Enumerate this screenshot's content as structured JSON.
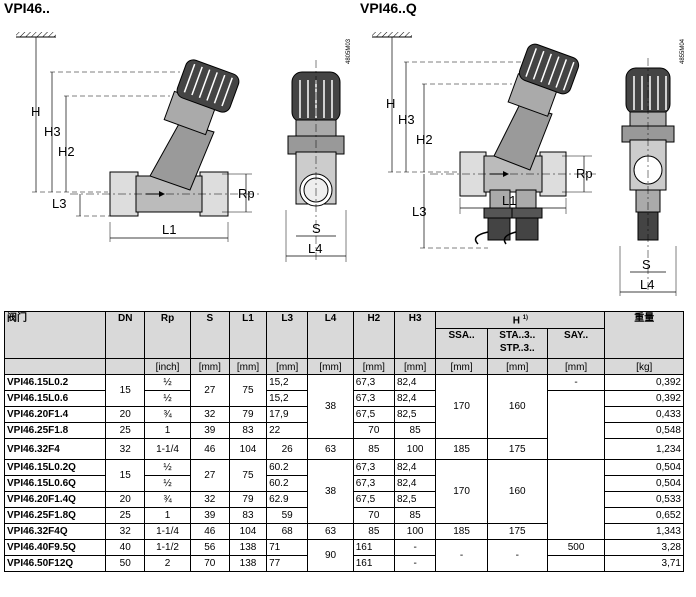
{
  "titles": {
    "left": "VPI46..",
    "right": "VPI46..Q"
  },
  "drawing_labels": {
    "H": "H",
    "H3": "H3",
    "H2": "H2",
    "L3": "L3",
    "L1": "L1",
    "Rp": "Rp",
    "S": "S",
    "L4": "L4",
    "code_left": "4805M03",
    "code_right": "4855M04"
  },
  "table": {
    "headers": {
      "valve": "阀门",
      "dn": "DN",
      "rp": "Rp",
      "s": "S",
      "l1": "L1",
      "l3": "L3",
      "l4": "L4",
      "h2": "H2",
      "h3": "H3",
      "h": "H",
      "h_note": "1)",
      "ssa": "SSA..",
      "sta": "STA..3..",
      "stp": "STP..3..",
      "say": "SAY..",
      "weight": "重量"
    },
    "units": {
      "rp": "[inch]",
      "s": "[mm]",
      "l1": "[mm]",
      "l3": "[mm]",
      "l4": "[mm]",
      "h2": "[mm]",
      "h3": "[mm]",
      "ssa": "[mm]",
      "sta": "[mm]",
      "say": "[mm]",
      "weight": "[kg]"
    },
    "rows": [
      {
        "model": "VPI46.15L0.2",
        "rp": "½",
        "l3": "15,2",
        "h2": "67,3",
        "h3": "82,4",
        "weight": "0,392"
      },
      {
        "model": "VPI46.15L0.6",
        "rp": "½",
        "l3": "15,2",
        "h2": "67,3",
        "h3": "82,4",
        "weight": "0,392"
      },
      {
        "model": "VPI46.20F1.4",
        "dn": "20",
        "rp": "¾",
        "s": "32",
        "l1": "79",
        "l3": "17,9",
        "h2": "67,5",
        "h3": "82,5",
        "weight": "0,433"
      },
      {
        "model": "VPI46.25F1.8",
        "dn": "25",
        "rp": "1",
        "s": "39",
        "l1": "83",
        "l3": "22",
        "h2": "70",
        "h3": "85",
        "weight": "0,548"
      },
      {
        "model": "VPI46.32F4",
        "dn": "32",
        "rp": "1-1/4",
        "s": "46",
        "l1": "104",
        "l3": "26",
        "l4": "63",
        "h2": "85",
        "h3": "100",
        "ssa": "185",
        "sta": "175",
        "weight": "1,234"
      },
      {
        "model": "VPI46.15L0.2Q",
        "rp": "½",
        "l3": "60.2",
        "h2": "67,3",
        "h3": "82,4",
        "weight": "0,504"
      },
      {
        "model": "VPI46.15L0.6Q",
        "rp": "½",
        "l3": "60.2",
        "h2": "67,3",
        "h3": "82,4",
        "weight": "0,504"
      },
      {
        "model": "VPI46.20F1.4Q",
        "dn": "20",
        "rp": "¾",
        "s": "32",
        "l1": "79",
        "l3": "62.9",
        "h2": "67,5",
        "h3": "82,5",
        "weight": "0,533"
      },
      {
        "model": "VPI46.25F1.8Q",
        "dn": "25",
        "rp": "1",
        "s": "39",
        "l1": "83",
        "l3": "59",
        "h2": "70",
        "h3": "85",
        "weight": "0,652"
      },
      {
        "model": "VPI46.32F4Q",
        "dn": "32",
        "rp": "1-1/4",
        "s": "46",
        "l1": "104",
        "l3": "68",
        "l4": "63",
        "h2": "85",
        "h3": "100",
        "ssa": "185",
        "sta": "175",
        "weight": "1,343"
      },
      {
        "model": "VPI46.40F9.5Q",
        "dn": "40",
        "rp": "1-1/2",
        "s": "56",
        "l1": "138",
        "l3": "71",
        "h2": "161",
        "h3": "-",
        "say": "500",
        "weight": "3,28"
      },
      {
        "model": "VPI46.50F12Q",
        "dn": "50",
        "rp": "2",
        "s": "70",
        "l1": "138",
        "l3": "77",
        "h2": "161",
        "h3": "-",
        "weight": "3,71"
      }
    ],
    "merged": {
      "dn_15_a": "15",
      "s_27_a": "27",
      "l1_75_a": "75",
      "l4_38_a": "38",
      "ssa_170_a": "170",
      "sta_160_a": "160",
      "say_dash_a": "-",
      "dn_15_b": "15",
      "s_27_b": "27",
      "l1_75_b": "75",
      "l4_38_b": "38",
      "ssa_170_b": "170",
      "sta_160_b": "160",
      "l4_90": "90",
      "ssa_dash": "-",
      "sta_dash": "-"
    }
  }
}
